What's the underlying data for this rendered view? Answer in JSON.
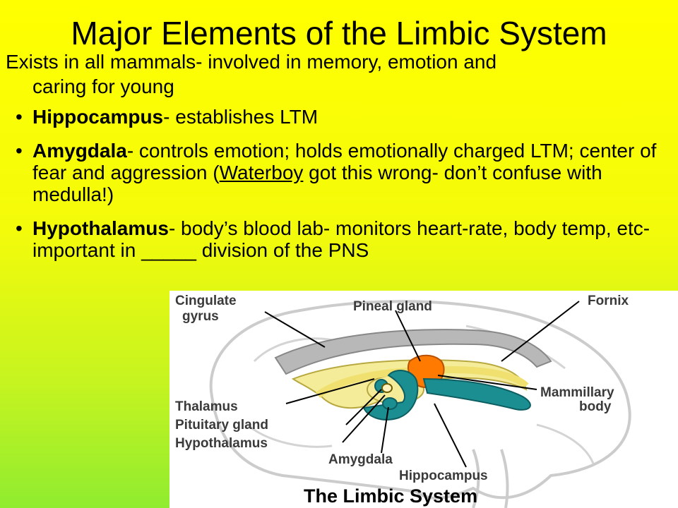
{
  "slide": {
    "title": "Major Elements of the Limbic System",
    "intro_line1": "Exists in all mammals- involved in memory, emotion and",
    "intro_line2": "caring for young",
    "bullets": [
      {
        "term": "Hippocampus",
        "text": "- establishes LTM"
      },
      {
        "term": "Amygdala",
        "text": "- controls emotion; holds emotionally charged LTM; center of fear and aggression (",
        "underlined": "Waterboy",
        "text_after": " got this wrong- don’t confuse with medulla!)"
      },
      {
        "term": "Hypothalamus",
        "text": "- body’s blood lab- monitors heart-rate, body temp, etc- important in _____ division of the PNS"
      }
    ]
  },
  "diagram": {
    "caption": "The Limbic System",
    "labels": {
      "cingulate_1": "Cingulate",
      "cingulate_2": "gyrus",
      "pineal": "Pineal gland",
      "fornix": "Fornix",
      "mammillary_1": "Mammillary",
      "mammillary_2": "body",
      "thalamus": "Thalamus",
      "pituitary": "Pituitary gland",
      "hypothalamus": "Hypothalamus",
      "amygdala": "Amygdala",
      "hippocampus": "Hippocampus"
    },
    "colors": {
      "cingulate": "#b8b8b8",
      "thalamus": "#f5ec9a",
      "pineal": "#ff7a00",
      "hippocampus": "#1b8e92",
      "outline": "#c8c8c8"
    }
  }
}
